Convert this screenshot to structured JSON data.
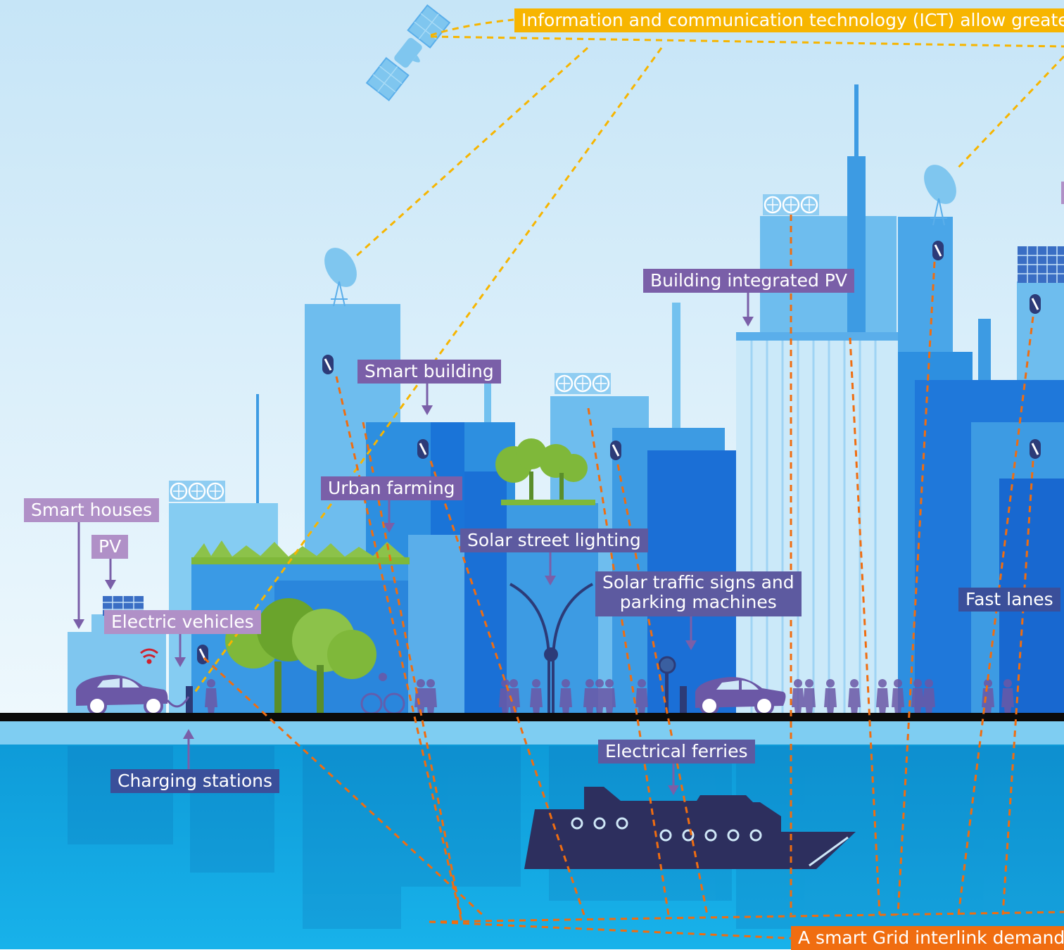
{
  "labels": {
    "ict": "Information and communication technology (ICT) allow greater",
    "smart_grid": "A smart Grid interlink demand",
    "smart_houses": "Smart houses",
    "pv": "PV",
    "electric_vehicles": "Electric vehicles",
    "charging_stations": "Charging stations",
    "smart_building": "Smart building",
    "urban_farming": "Urban farming",
    "solar_street_lighting": "Solar street lighting",
    "solar_traffic_line1": "Solar traffic signs and",
    "solar_traffic_line2": "parking machines",
    "building_integrated_pv": "Building integrated PV",
    "fast_lanes": "Fast lanes",
    "electrical_ferries": "Electrical ferries"
  },
  "colors": {
    "sky_top": "#c9e6f7",
    "sky_bottom": "#e8f5fc",
    "building_light": "#72c1ef",
    "building_mid": "#3d9be3",
    "building_dark": "#1b6fd6",
    "water": "#0aa3e0",
    "ground": "#0b0b0b",
    "ict_yellow": "#f7b500",
    "grid_orange": "#f06d10",
    "vehicle_purple": "#6b58a6",
    "ferry_navy": "#2d2f5e",
    "tree_green": "#7fb83a"
  },
  "icons": [
    "satellite-icon",
    "satellite-dish-icon",
    "wind-turbine-icon",
    "solar-panel-icon",
    "smart-meter-icon",
    "wifi-icon",
    "electric-car-icon",
    "charging-station-icon",
    "street-lamp-icon",
    "tree-icon",
    "people-icon",
    "ferry-icon"
  ]
}
